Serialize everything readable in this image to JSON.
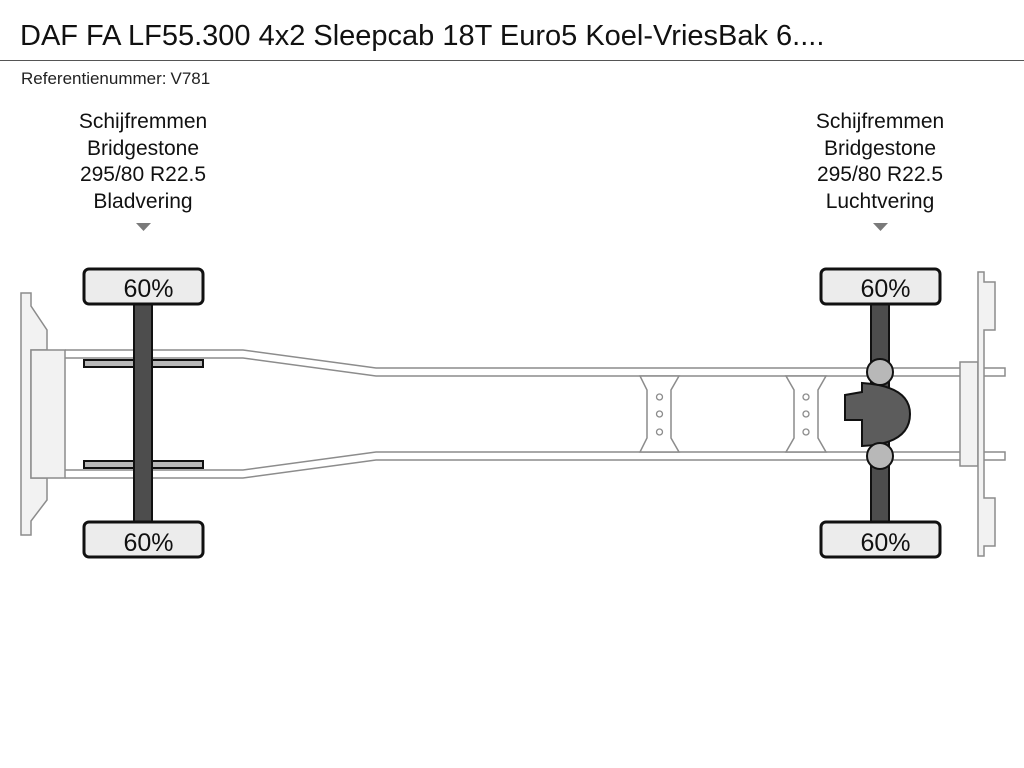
{
  "header": {
    "title": "DAF FA LF55.300 4x2 Sleepcab 18T Euro5 Koel-VriesBak 6....",
    "reference_label": "Referentienummer:",
    "reference_value": "V781"
  },
  "axles": [
    {
      "brake": "Schijfremmen",
      "tire_brand": "Bridgestone",
      "tire_size": "295/80 R22.5",
      "suspension": "Bladvering",
      "tread_top": "60%",
      "tread_bottom": "60%"
    },
    {
      "brake": "Schijfremmen",
      "tire_brand": "Bridgestone",
      "tire_size": "295/80 R22.5",
      "suspension": "Luchtvering",
      "tread_top": "60%",
      "tread_bottom": "60%"
    }
  ],
  "colors": {
    "frame_stroke": "#8c8c8c",
    "frame_fill": "#f2f2f2",
    "axle_fill": "#4d4d4d",
    "tire_fill": "#ececec",
    "tire_stroke": "#111111",
    "marker": "#7a7a7a",
    "differential": "#5c5c5c",
    "hub": "#b8b8b8"
  }
}
